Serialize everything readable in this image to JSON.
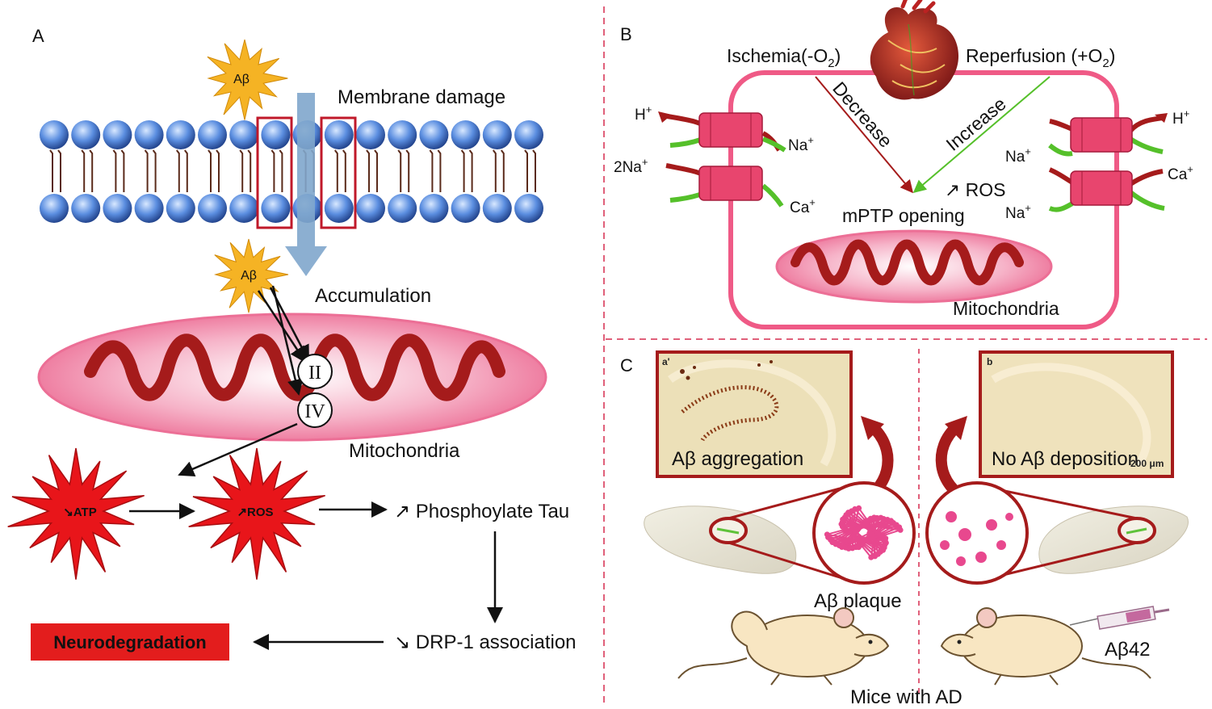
{
  "panels": {
    "a": {
      "label": "A",
      "ab_top": "Aβ",
      "ab_mid": "Aβ",
      "membrane_damage": "Membrane damage",
      "accumulation": "Accumulation",
      "complex_ii": "II",
      "complex_iv": "IV",
      "mitochondria": "Mitochondria",
      "atp": "↘ATP",
      "ros": "↗ROS",
      "phospho_tau": "↗ Phosphoylate Tau",
      "drp1": "↘ DRP-1 association",
      "neuro": "Neurodegradation"
    },
    "b": {
      "label": "B",
      "ischemia": "Ischemia(-O",
      "ischemia_sub": "2",
      "ischemia_end": ")",
      "reperfusion": "Reperfusion (+O",
      "reperfusion_sub": "2",
      "reperfusion_end": ")",
      "decrease": "Decrease",
      "increase": "Increase",
      "ros": "↗ ROS",
      "mptp": "mPTP opening",
      "mitochondria": "Mitochondria",
      "h_left": "H",
      "na_left": "Na",
      "two_na": "2Na",
      "ca_left": "Ca",
      "h_right": "H",
      "na_right1": "Na",
      "ca_right": "Ca",
      "na_right2": "Na",
      "plus": "+"
    },
    "c": {
      "label": "C",
      "img_a_tag": "a'",
      "img_b_tag": "b",
      "ab_aggregation": "Aβ aggregation",
      "no_ab": "No Aβ deposition",
      "scale": "200 μm",
      "ab_plaque": "Aβ plaque",
      "ab42": "Aβ42",
      "mice": "Mice with AD"
    }
  },
  "colors": {
    "divider": "#e0607a",
    "mito_pink": "#f07aa0",
    "mito_dark": "#a51b1b",
    "explosion_red": "#e8151a",
    "ab_star": "#f5b324",
    "arrow_blue": "#7fa6cc",
    "neuro_bg": "#e31d1d",
    "channel": "#e8456e",
    "plaque": "#e8488e"
  }
}
